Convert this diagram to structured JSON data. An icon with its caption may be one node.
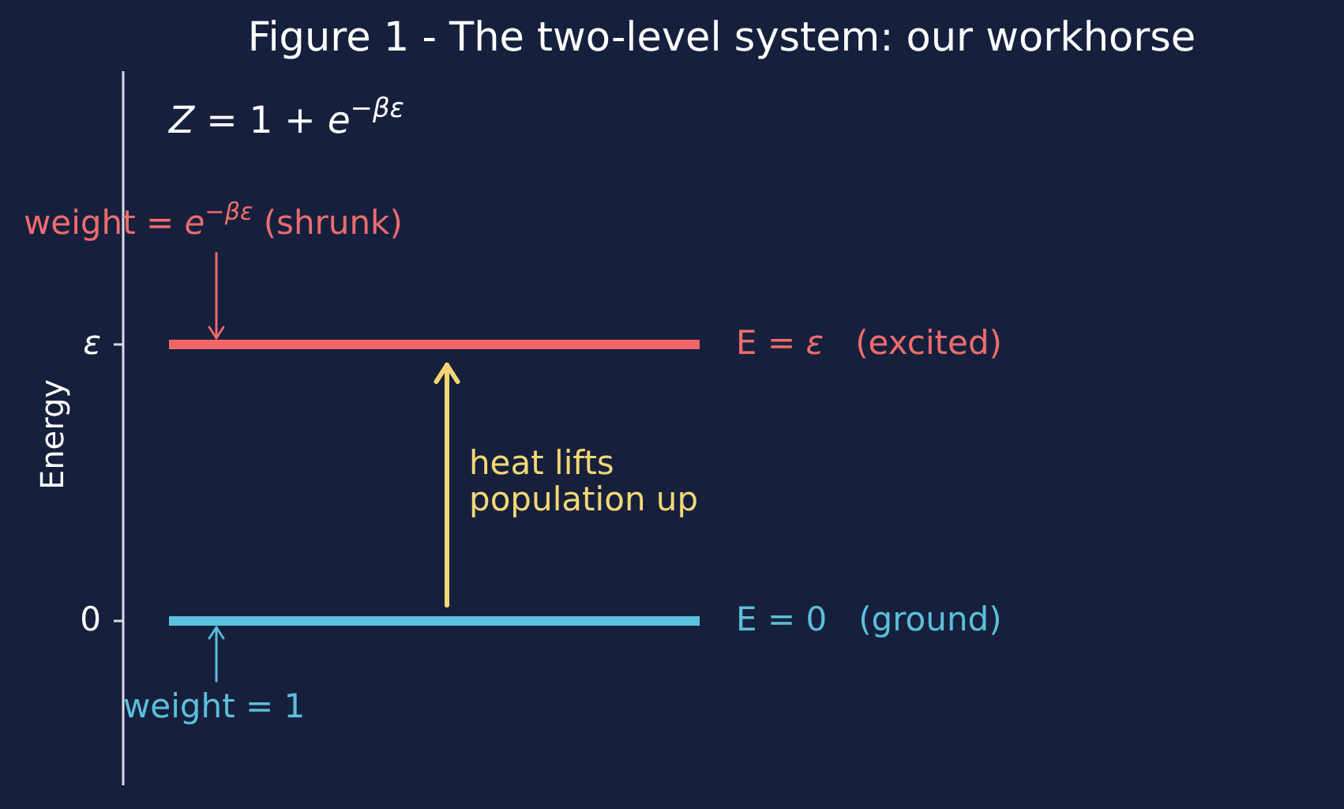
{
  "diagram": {
    "title": "Figure 1 - The two-level system: our workhorse",
    "nodes": [
      {
        "text": [
          "weight = *e*$^{−βε}$ (shrunk)"
        ]
      },
      {
        "text": [],
        "shape": "bar",
        "beside": [
          "E = *ε*   (excited)"
        ]
      },
      {
        "text": [],
        "shape": "bar",
        "beside": [
          "E = 0   (ground)"
        ]
      },
      {
        "text": [
          "weight = 1"
        ]
      }
    ],
    "edges": [
      {
        "from": 0,
        "to": 1,
        "arrow": "to",
        "color": "#ee6c6c"
      },
      {
        "from": 2,
        "to": 1,
        "arrow": "to",
        "label": "heat lifts population up",
        "style": "thick",
        "color": "#f4d774"
      },
      {
        "from": 3,
        "to": 2,
        "arrow": "to",
        "color": "#5bbfd9"
      }
    ],
    "labels": [
      "*Z* = 1 + *e*$^{−βε}$",
      "ε",
      "Energy",
      "0"
    ]
  }
}
